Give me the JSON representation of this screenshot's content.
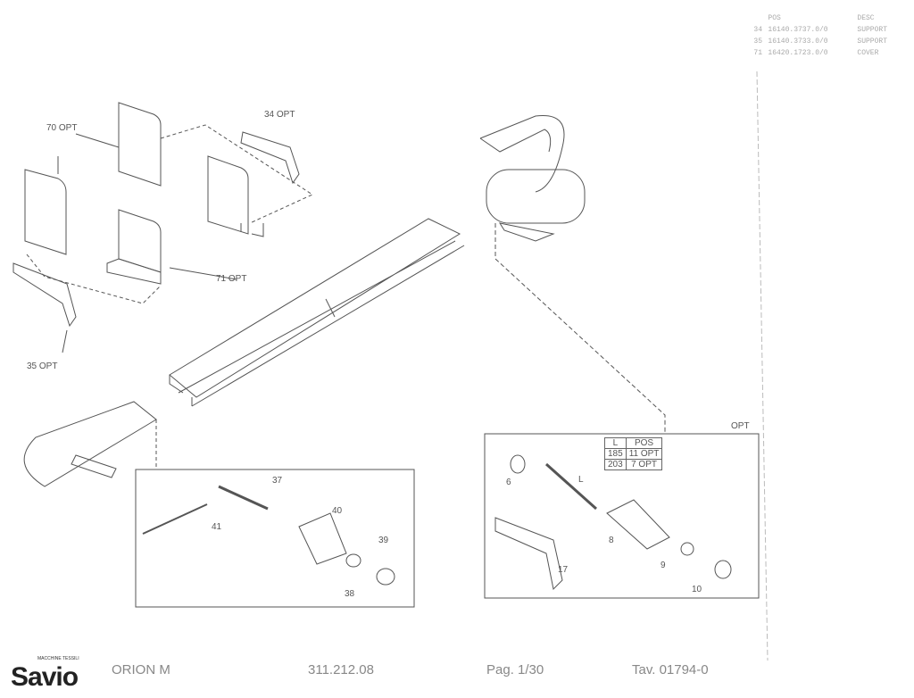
{
  "parts_list": {
    "headers": [
      "POS",
      "DESC"
    ],
    "rows": [
      {
        "pos": "34",
        "code": "16140.3737.0/0",
        "desc": "SUPPORT"
      },
      {
        "pos": "35",
        "code": "16140.3733.0/0",
        "desc": "SUPPORT"
      },
      {
        "pos": "71",
        "code": "16420.1723.0/0",
        "desc": "COVER"
      }
    ]
  },
  "callouts": {
    "c70": "70 OPT",
    "c34": "34 OPT",
    "c71": "71 OPT",
    "c35": "35 OPT",
    "c37": "37",
    "c40": "40",
    "c41": "41",
    "c39": "39",
    "c38": "38",
    "c6": "6",
    "cL": "L",
    "c8": "8",
    "c17": "17",
    "c9": "9",
    "c10": "10",
    "opt": "OPT"
  },
  "length_table": {
    "headers": [
      "L",
      "POS"
    ],
    "rows": [
      [
        "185",
        "11 OPT"
      ],
      [
        "203",
        "7 OPT"
      ]
    ]
  },
  "footer": {
    "logo": "Savio",
    "logo_sub": "MACCHINE TESSILI",
    "model": "ORION M",
    "code": "311.212.08",
    "page": "Pag. 1/30",
    "table": "Tav. 01794-0"
  }
}
